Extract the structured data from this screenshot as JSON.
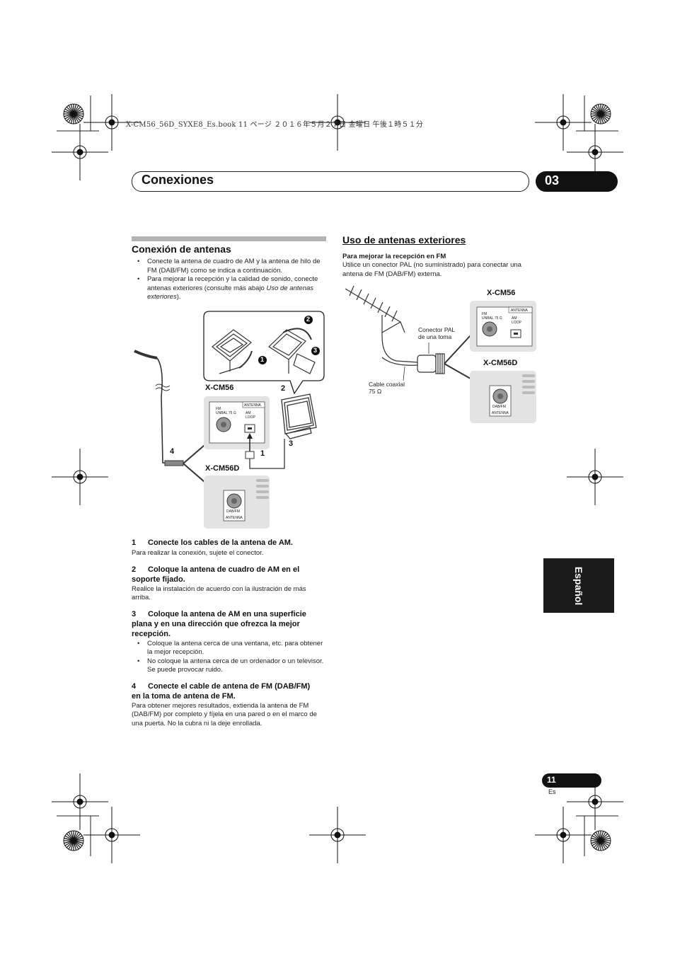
{
  "print_header": "X-CM56_56D_SYXE8_Es.book  11 ページ  ２０１６年５月２７日  金曜日  午後１時５１分",
  "header": {
    "title": "Conexiones",
    "chapter": "03"
  },
  "left": {
    "heading": "Conexión de antenas",
    "bullets": [
      "Conecte la antena de cuadro de AM y la antena de hilo de FM (DAB/FM) como se indica a continuación.",
      "Para mejorar la recepción y la calidad de sonido, conecte antenas exteriores (consulte más abajo ",
      "Uso de antenas exteriores",
      ")."
    ],
    "diagram": {
      "model_a": "X-CM56",
      "model_b": "X-CM56D",
      "callouts": [
        "1",
        "2",
        "3",
        "4"
      ],
      "circled": [
        "1",
        "2",
        "3"
      ],
      "panel_antenna": "ANTENNA",
      "panel_fm": "FM",
      "panel_unbal": "UNBAL 75 Ω",
      "panel_am": "AM",
      "panel_loop": "LOOP",
      "panel_dabfm": "DAB/FM"
    },
    "steps": [
      {
        "num": "1",
        "title": "Conecte los cables de la antena de AM.",
        "text": "Para realizar la conexión, sujete el conector."
      },
      {
        "num": "2",
        "title_1": "Coloque la antena de cuadro de AM en el",
        "title_2": "soporte fijado.",
        "text": "Realice la instalación de acuerdo con la ilustración de más arriba."
      },
      {
        "num": "3",
        "title_1": "Coloque la antena de AM en una superficie",
        "title_2": "plana y en una dirección que ofrezca la mejor",
        "title_3": "recepción.",
        "bullets": [
          "Coloque la antena cerca de una ventana, etc. para obtener la mejor recepción.",
          "No coloque la antena cerca de un ordenador o un televisor. Se puede provocar ruido."
        ]
      },
      {
        "num": "4",
        "title_1": "Conecte el cable de antena de FM (DAB/FM)",
        "title_2": "en la toma de antena de FM.",
        "text": "Para obtener mejores resultados, extienda la antena de FM (DAB/FM) por completo y fíjela en una pared o en el marco de una puerta. No la cubra ni la deje enrollada."
      }
    ]
  },
  "right": {
    "heading": "Uso de antenas exteriores",
    "subheading": "Para mejorar la recepción en FM",
    "text": "Utilice un conector PAL (no suministrado) para conectar una antena de FM (DAB/FM) externa.",
    "diagram": {
      "model_a": "X-CM56",
      "model_b": "X-CM56D",
      "connector_1": "Conector PAL",
      "connector_2": "de una toma",
      "cable_1": "Cable coaxial",
      "cable_2": "75 Ω"
    }
  },
  "side_tab": "Español",
  "footer": {
    "page": "11",
    "lang": "Es"
  }
}
